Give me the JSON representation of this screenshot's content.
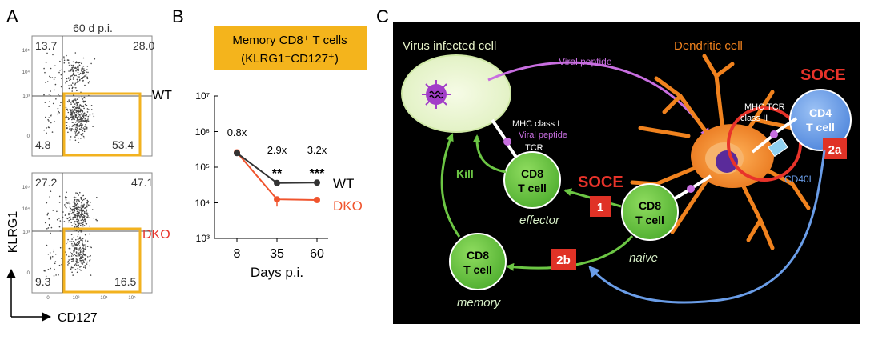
{
  "panel_a": {
    "letter": "A",
    "timepoint": "60 d p.i.",
    "y_axis_label": "KLRG1",
    "x_axis_label": "CD127",
    "tick_labels": [
      "10⁵",
      "10⁴",
      "10³",
      "0"
    ],
    "x_tick_labels": [
      "0",
      "10³",
      "10⁴",
      "10⁵"
    ],
    "plots": [
      {
        "genotype": "WT",
        "q_ul": "13.7",
        "q_ur": "28.0",
        "q_ll": "4.8",
        "q_lr": "53.4"
      },
      {
        "genotype": "DKO",
        "q_ul": "27.2",
        "q_ur": "47.1",
        "q_ll": "9.3",
        "q_lr": "16.5"
      }
    ],
    "colors": {
      "gate": "#f2b21f",
      "wt": "#000000",
      "dko": "#e8332a"
    }
  },
  "panel_b": {
    "letter": "B",
    "box_line1": "Memory CD8⁺ T cells",
    "box_line2": "(KLRG1⁻CD127⁺)",
    "box_color": "#f4b41c",
    "fold_labels": [
      "0.8x",
      "2.9x",
      "3.2x"
    ],
    "significance": [
      "**",
      "***"
    ],
    "y_tick_labels": [
      "10³",
      "10⁴",
      "10⁵",
      "10⁶",
      "10⁷"
    ],
    "legend": {
      "wt": "WT",
      "dko": "DKO"
    },
    "chart_data": {
      "type": "line",
      "x": [
        8,
        35,
        60
      ],
      "xlabel": "Days p.i.",
      "ylabel": "",
      "y_scale": "log",
      "ylim": [
        1000,
        10000000
      ],
      "series": [
        {
          "name": "WT",
          "values": [
            250000,
            36000,
            37000
          ],
          "color": "#333333"
        },
        {
          "name": "DKO",
          "values": [
            260000,
            12500,
            12000
          ],
          "color": "#f0542d"
        }
      ]
    }
  },
  "panel_c": {
    "letter": "C",
    "virus_cell": "Virus infected cell",
    "dendritic_cell": "Dendritic cell",
    "viral_peptide_top": "Viral peptide",
    "mhc_class_i": "MHC class I",
    "viral_peptide_mid": "Viral peptide",
    "tcr_left": "TCR",
    "mhc_class_ii_line1": "MHC",
    "mhc_class_ii_line2": "class II",
    "tcr_right": "TCR",
    "soce_right": "SOCE",
    "soce_mid": "SOCE",
    "cd4_line1": "CD4",
    "cd4_line2": "T cell",
    "cd40l": "CD40L",
    "kill": "Kill",
    "cd8_line1": "CD8",
    "cd8_line2": "T cell",
    "effector": "effector",
    "naive": "naive",
    "memory": "memory",
    "step_1": "1",
    "step_2a": "2a",
    "step_2b": "2b",
    "colors": {
      "bg": "#000000",
      "tcell": "#6cc644",
      "cd4": "#6a9de8",
      "soce": "#e8332a",
      "dc": "#f0821e",
      "peptide": "#c86ee0",
      "badge": "#e03226"
    }
  }
}
